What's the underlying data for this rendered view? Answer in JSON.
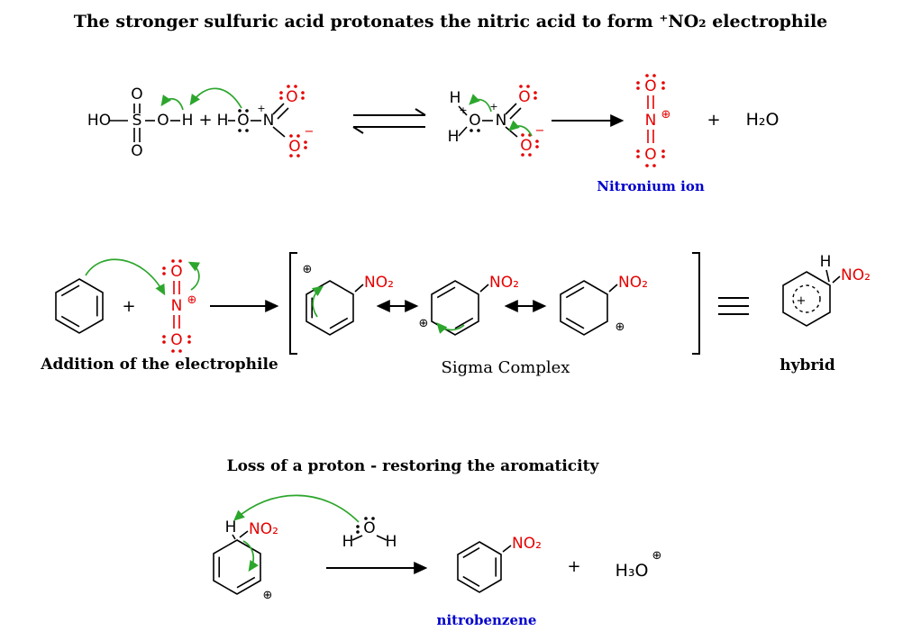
{
  "title": "The stronger sulfuric acid protonates the nitric acid to form ⁺NO₂ electrophile",
  "colors": {
    "red": "#e60000",
    "green": "#2ca62c",
    "blue": "#0000cc"
  },
  "atoms": {
    "H": "H",
    "O": "O",
    "N": "N",
    "S": "S",
    "HO": "HO",
    "NO2": "NO₂",
    "H2O": "H₂O",
    "H3O": "H₃O"
  },
  "symbols": {
    "plus": "+",
    "minus": "−",
    "circled_plus": "⊕",
    "charge_plus": "+"
  },
  "step1": {
    "nitronium_label": "Nitronium ion"
  },
  "step2": {
    "addition_label": "Addition of the electrophile",
    "sigma_label": "Sigma Complex",
    "hybrid_label": "hybrid"
  },
  "step3": {
    "heading": "Loss of a proton - restoring the aromaticity",
    "nitrobenzene_label": "nitrobenzene"
  }
}
